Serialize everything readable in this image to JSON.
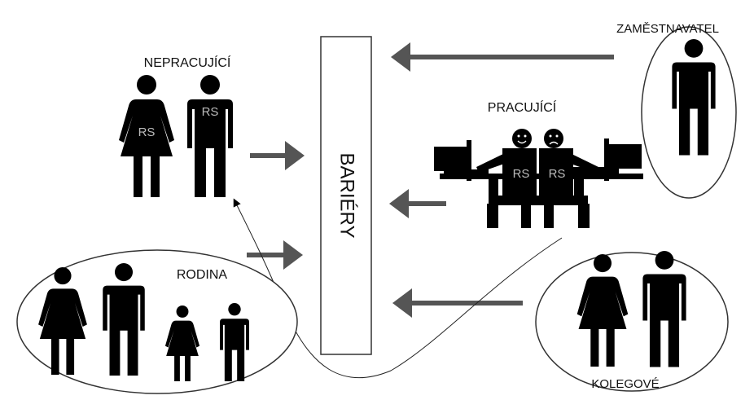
{
  "labels": {
    "nepracujici": "NEPRACUJÍCÍ",
    "pracujici": "PRACUJÍCÍ",
    "zamestnavatel": "ZAMĚSTNAVATEL",
    "rodina": "RODINA",
    "kolegove": "KOLEGOVÉ",
    "bariery": "BARIÉRY"
  },
  "figure_marks": {
    "rs": "RS"
  },
  "icons": [
    "female-figure-icon",
    "male-figure-icon",
    "computer-workstation-icon",
    "smiley-face-icon",
    "sad-face-icon",
    "arrow-icon"
  ]
}
